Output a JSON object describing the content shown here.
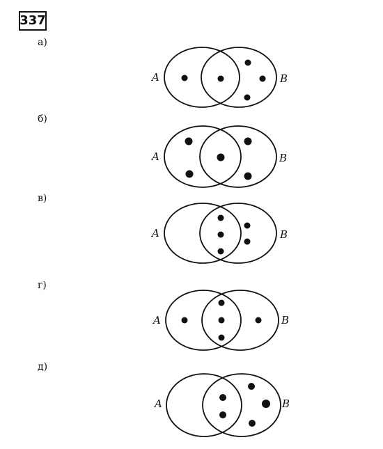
{
  "problem_number": "337",
  "parts": [
    {
      "label": "а)",
      "set_a": "A",
      "set_b": "B",
      "elements": {
        "only_a": 1,
        "both": 1,
        "only_b": 3
      }
    },
    {
      "label": "б)",
      "set_a": "A",
      "set_b": "B",
      "elements": {
        "only_a": 2,
        "both": 1,
        "only_b": 2
      }
    },
    {
      "label": "в)",
      "set_a": "A",
      "set_b": "B",
      "elements": {
        "only_a": 0,
        "both": 3,
        "only_b": 2
      }
    },
    {
      "label": "г)",
      "set_a": "A",
      "set_b": "B",
      "elements": {
        "only_a": 1,
        "both": 3,
        "only_b": 1
      }
    },
    {
      "label": "д)",
      "set_a": "A",
      "set_b": "B",
      "elements": {
        "only_a": 0,
        "both": 2,
        "only_b": 3
      }
    }
  ]
}
